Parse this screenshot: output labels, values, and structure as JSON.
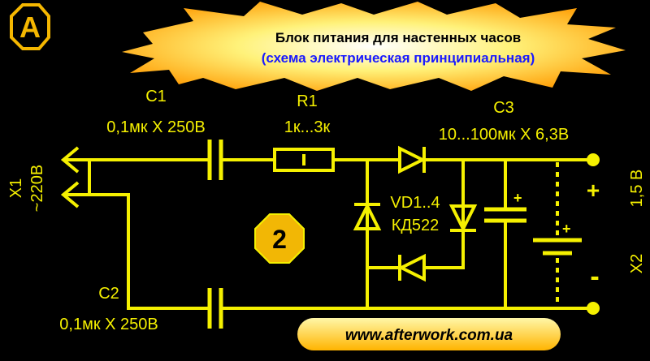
{
  "logo": {
    "letter": "A"
  },
  "title": {
    "line1": "Блок питания для настенных часов",
    "line2": "(схема электрическая принципиальная)"
  },
  "labels": {
    "c1_name": "C1",
    "c1_value": "0,1мк X 250В",
    "c2_name": "C2",
    "c2_value": "0,1мк X 250В",
    "r1_name": "R1",
    "r1_value": "1к...3к",
    "c3_name": "C3",
    "c3_value": "10...100мк X 6,3В",
    "vd_name": "VD1..4",
    "vd_type": "КД522",
    "x1_name": "X1",
    "x1_voltage": "~220В",
    "x2_name": "X2",
    "x2_voltage": "1,5 В",
    "plus": "+",
    "minus": "-",
    "cap_plus": "+",
    "battery_plus": "+",
    "badge_number": "2"
  },
  "footer": {
    "url": "www.afterwork.com.ua"
  },
  "colors": {
    "wire": "#f5f000",
    "background": "#000000",
    "burst": "#ffc000",
    "title_line1": "#000000",
    "title_line2": "#1a1aff",
    "badge": "#f2b705"
  }
}
